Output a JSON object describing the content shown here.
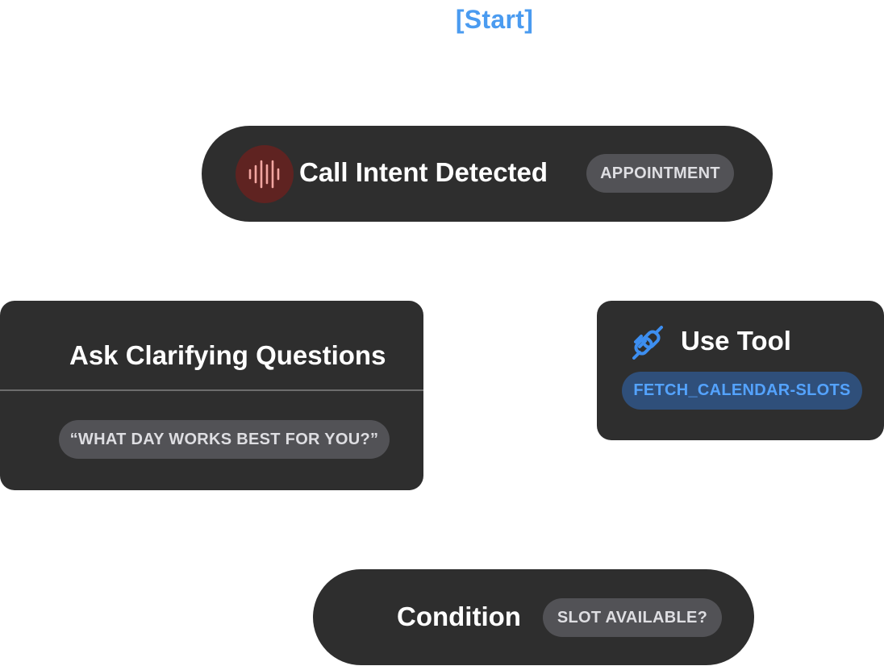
{
  "start": {
    "label": "[Start]"
  },
  "nodes": {
    "call_intent": {
      "icon": "audio-waveform-icon",
      "title": "Call Intent Detected",
      "tag": "APPOINTMENT"
    },
    "ask_clarifying": {
      "title": "Ask Clarifying Questions",
      "tag": "“WHAT DAY WORKS BEST FOR YOU?”"
    },
    "use_tool": {
      "icon": "plug-connector-icon",
      "title": "Use Tool",
      "tag": "FETCH_CALENDAR-SLOTS"
    },
    "condition": {
      "title": "Condition",
      "tag": "SLOT AVAILABLE?"
    }
  },
  "colors": {
    "start_text": "#4a9bf0",
    "node_bg": "#2e2e2e",
    "chip_bg": "#525256",
    "chip_text": "#dedee2",
    "tool_chip_bg": "#2f4f7a",
    "tool_chip_text": "#54a3ff",
    "waveform_circle": "#5f2321",
    "waveform_lines": "#f2a6a1",
    "plug_icon": "#3d8ef0"
  }
}
